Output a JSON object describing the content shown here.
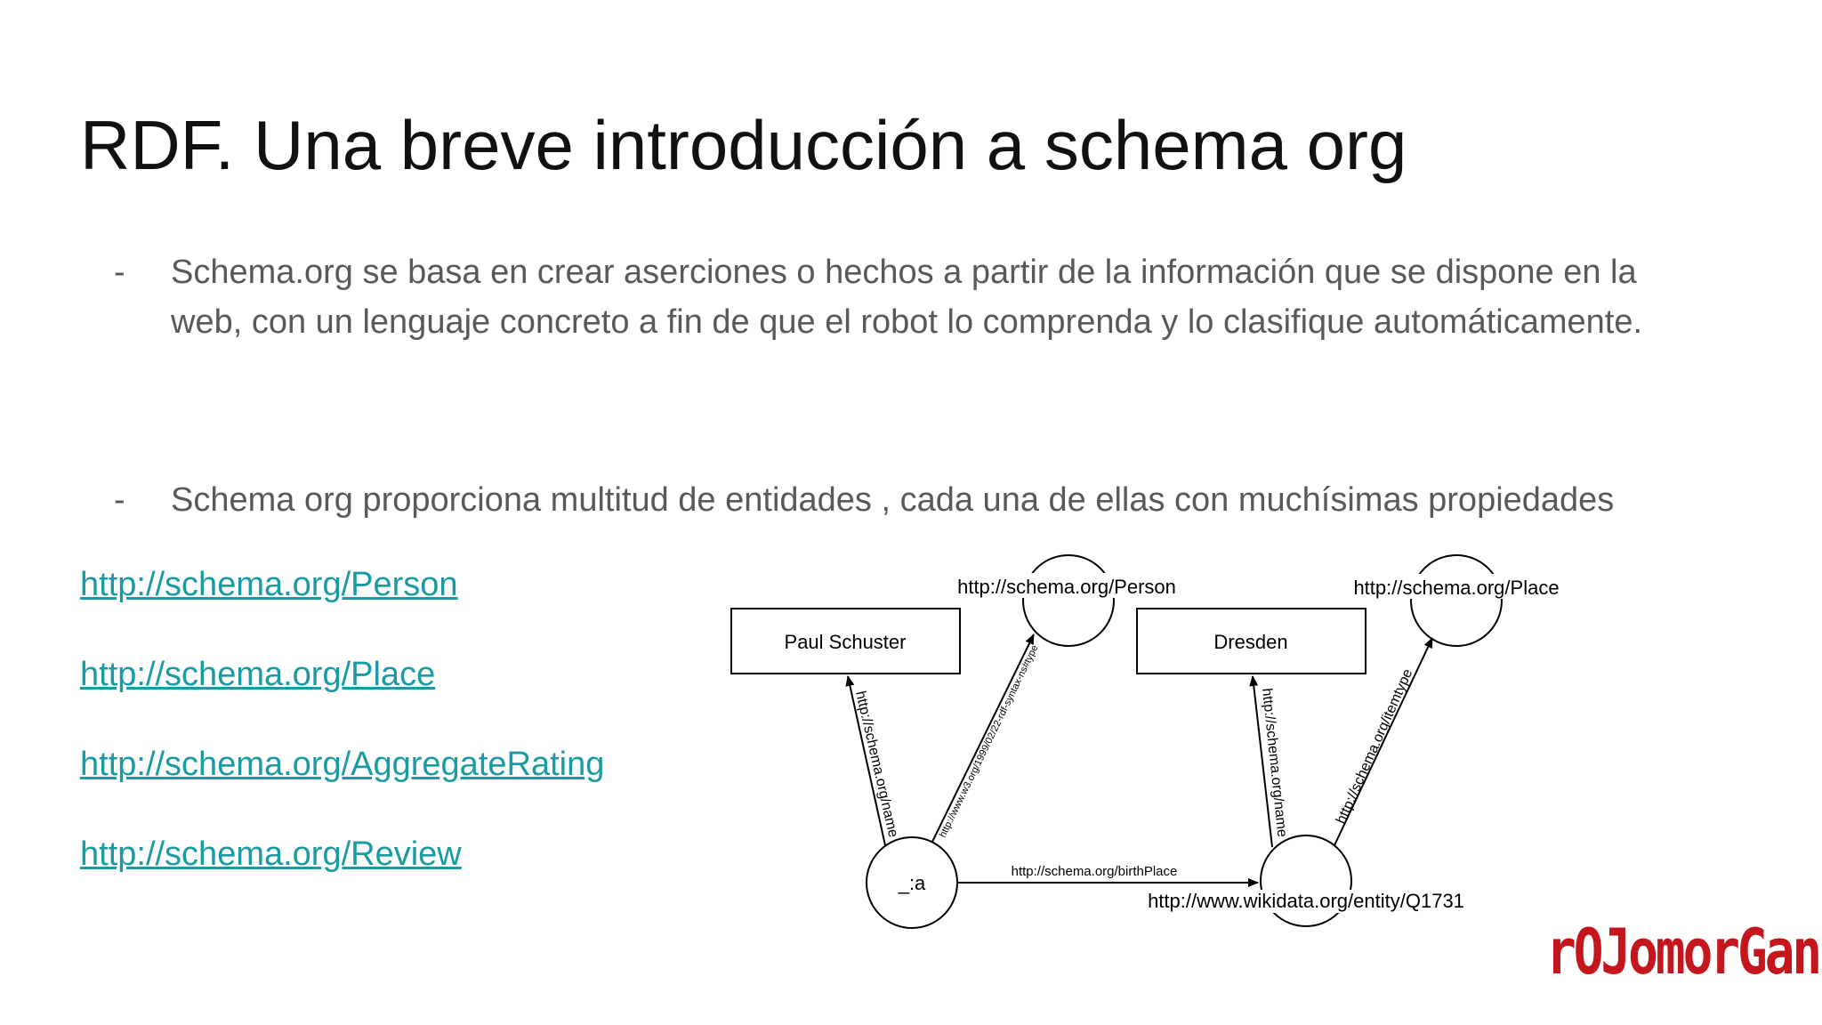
{
  "slide": {
    "title": "RDF. Una breve introducción a schema org",
    "bullets": [
      {
        "dash": "-",
        "lines": [
          "Schema.org se basa en crear aserciones o hechos a partir de la información que se dispone en la",
          "web, con un lenguaje concreto a fin de que el robot lo comprenda y lo clasifique automáticamente."
        ]
      },
      {
        "dash": "-",
        "lines": [
          "Schema org proporciona multitud de entidades , cada una de ellas con muchísimas propiedades"
        ]
      }
    ],
    "links": [
      "http://schema.org/Person",
      "http://schema.org/Place",
      "http://schema.org/AggregateRating",
      "http://schema.org/Review"
    ],
    "colors": {
      "link": "#1a9aa3",
      "title": "#111111",
      "body": "#595959",
      "logo": "#c4161c"
    },
    "logo_text": "rOJomorGan"
  },
  "diagram": {
    "nodes": {
      "paul": "Paul Schuster",
      "dresden": "Dresden",
      "person_type": "http://schema.org/Person",
      "place_type": "http://schema.org/Place",
      "blank": "_:a",
      "wikidata": "http://www.wikidata.org/entity/Q1731"
    },
    "edges": {
      "name1": "http://schema.org/name",
      "type1": "http://www.w3.org/1999/02/22-rdf-syntax-ns#type",
      "birthplace": "http://schema.org/birthPlace",
      "name2": "http://schema.org/name",
      "itemtype": "http://schema.org/itemtype"
    }
  }
}
